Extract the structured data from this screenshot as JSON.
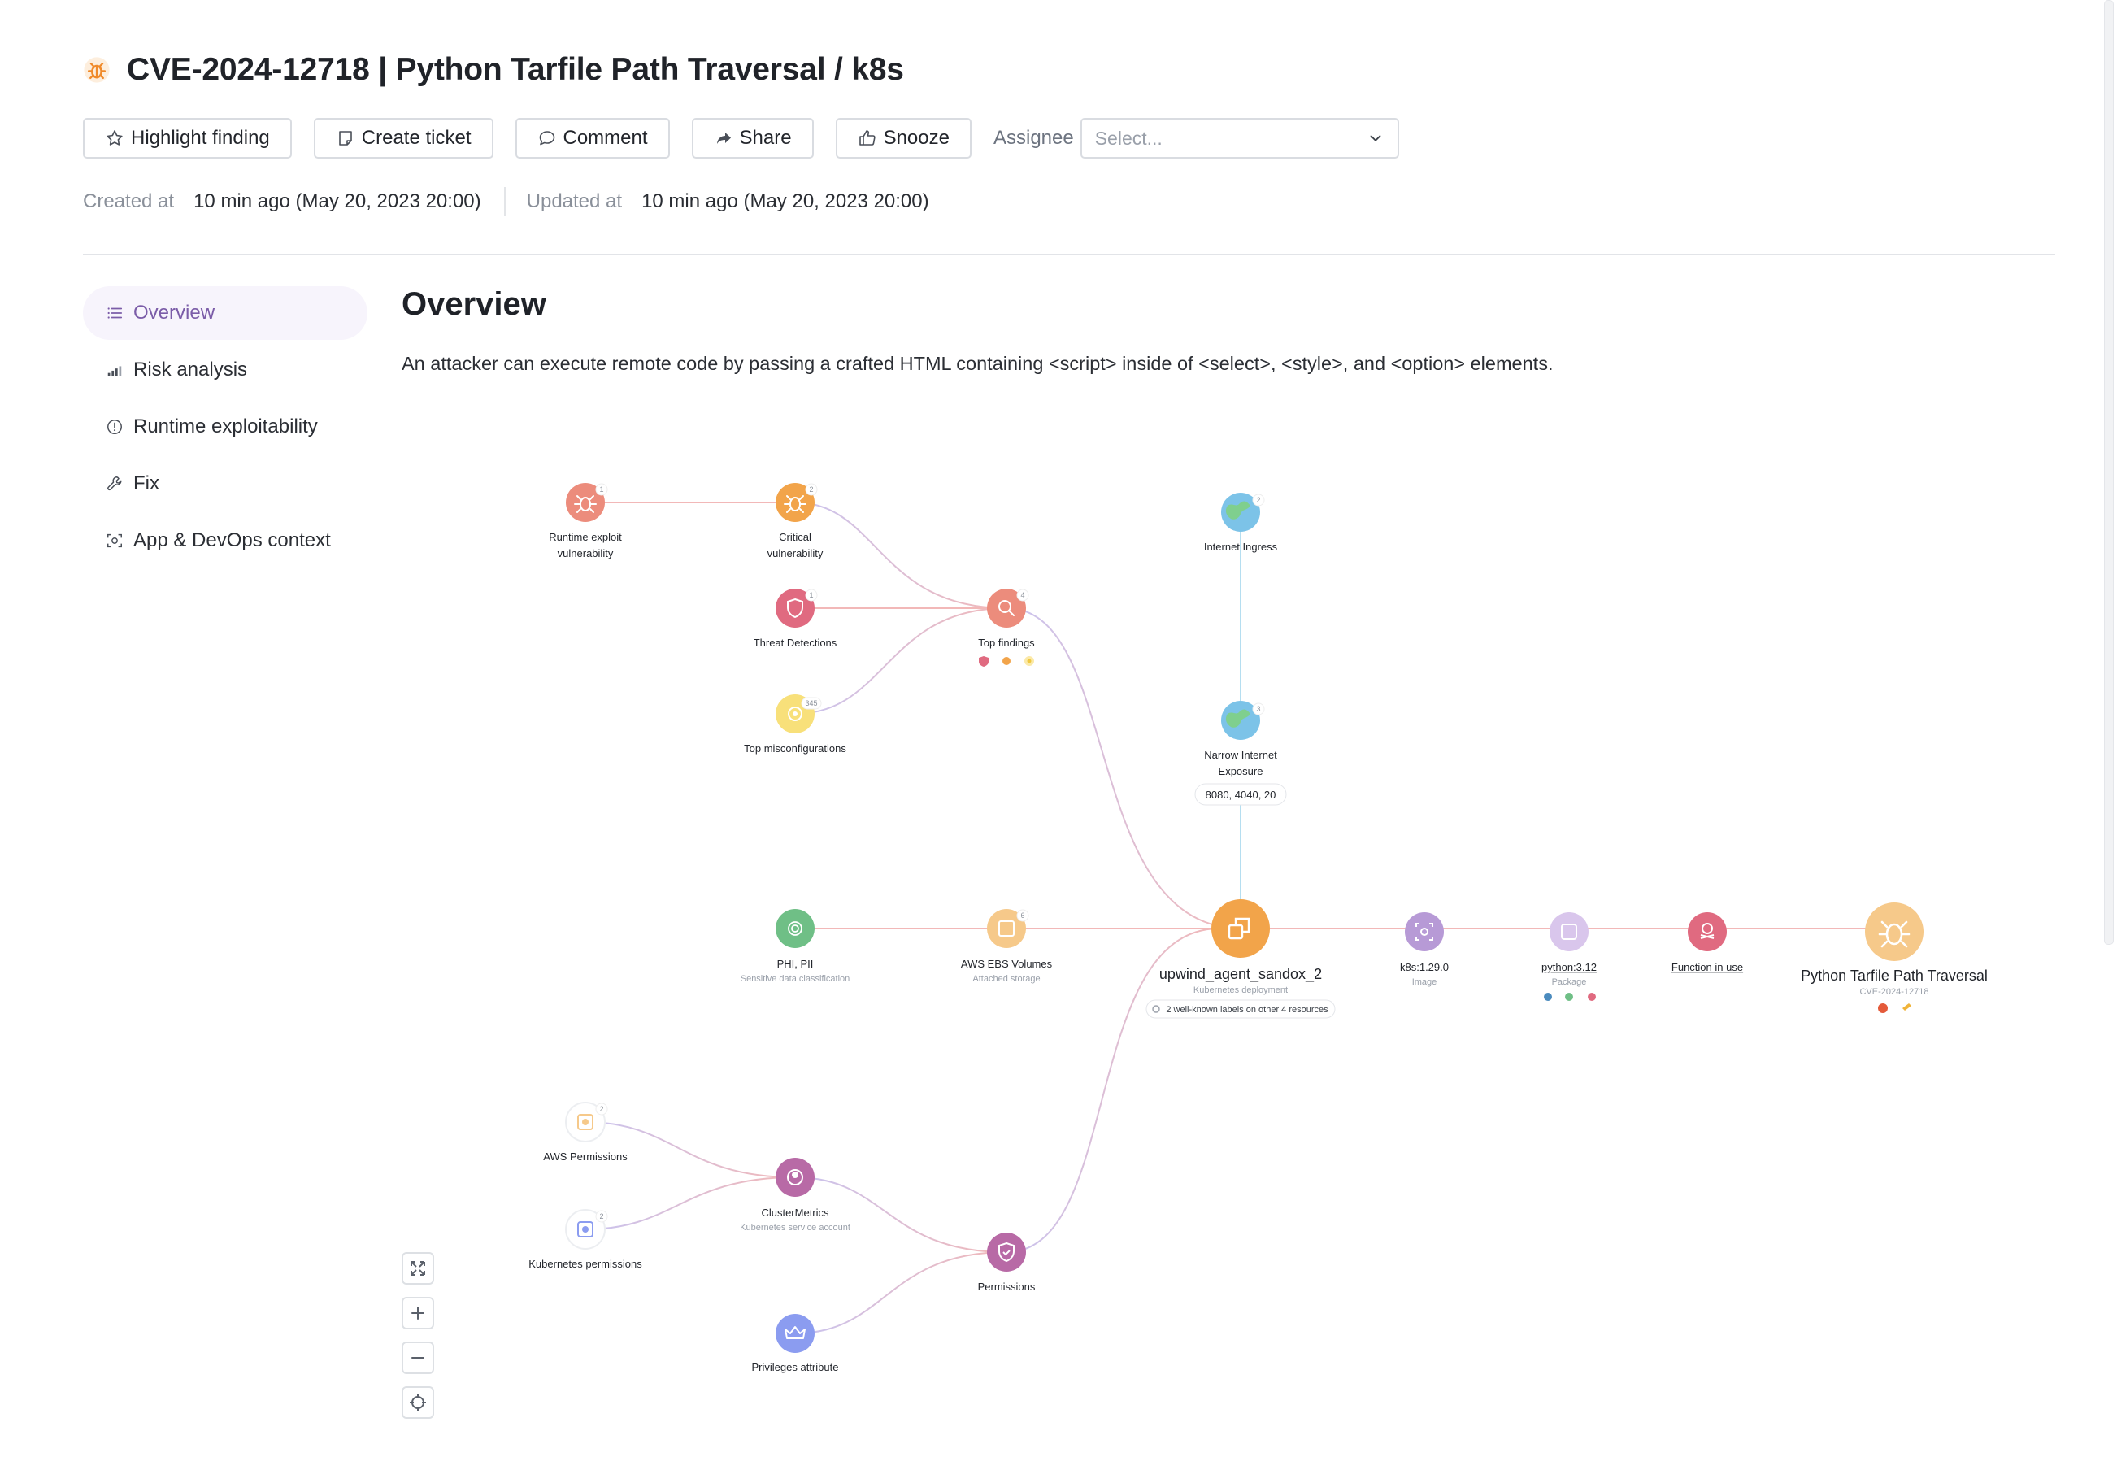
{
  "header": {
    "title": "CVE-2024-12718 | Python Tarfile Path Traversal / k8s"
  },
  "toolbar": {
    "highlight_label": "Highlight finding",
    "ticket_label": "Create ticket",
    "comment_label": "Comment",
    "share_label": "Share",
    "snooze_label": "Snooze",
    "assignee_label": "Assignee",
    "assignee_placeholder": "Select..."
  },
  "meta": {
    "created_label": "Created at",
    "created_value": "10 min ago (May 20, 2023 20:00)",
    "updated_label": "Updated at",
    "updated_value": "10 min ago (May 20, 2023 20:00)"
  },
  "sidebar": {
    "items": [
      {
        "label": "Overview",
        "active": true
      },
      {
        "label": "Risk analysis"
      },
      {
        "label": "Runtime exploitability"
      },
      {
        "label": "Fix"
      },
      {
        "label": "App & DevOps context"
      }
    ]
  },
  "main": {
    "heading": "Overview",
    "description": "An attacker can execute remote code by passing a crafted HTML containing <script> inside of <select>, <style>, and <option> elements."
  },
  "graph": {
    "nodes": {
      "runtime": {
        "label1": "Runtime exploit",
        "label2": "vulnerability",
        "badge": "1"
      },
      "critical": {
        "label1": "Critical",
        "label2": "vulnerability",
        "badge": "2"
      },
      "threat": {
        "label1": "Threat Detections",
        "badge": "1"
      },
      "misconf": {
        "label1": "Top misconfigurations",
        "badge": "345"
      },
      "topfind": {
        "label1": "Top findings",
        "badge": "4"
      },
      "ingress": {
        "label1": "Internet Ingress",
        "badge": "2"
      },
      "narrow": {
        "label1": "Narrow Internet",
        "label2": "Exposure",
        "badge": "3",
        "ports": "8080, 4040, 20"
      },
      "phi": {
        "label1": "PHI, PII",
        "sub": "Sensitive data classification"
      },
      "ebs": {
        "label1": "AWS EBS Volumes",
        "sub": "Attached storage",
        "badge": "6"
      },
      "center": {
        "label1": "upwind_agent_sandox_2",
        "sub": "Kubernetes deployment",
        "tag": "2 well-known labels on other 4 resources"
      },
      "k8s": {
        "label1": "k8s:1.29.0",
        "sub": "Image"
      },
      "python": {
        "label1": "python:3.12",
        "sub": "Package"
      },
      "func": {
        "label1": "Function in use"
      },
      "cve": {
        "label1": "Python Tarfile Path Traversal",
        "sub": "CVE-2024-12718"
      },
      "awsperm": {
        "label1": "AWS Permissions",
        "badge": "2"
      },
      "k8sperm": {
        "label1": "Kubernetes permissions",
        "badge": "2"
      },
      "cluster": {
        "label1": "ClusterMetrics",
        "sub": "Kubernetes service account"
      },
      "perms": {
        "label1": "Permissions"
      },
      "priv": {
        "label1": "Privileges attribute"
      }
    },
    "colors": {
      "edge_red": "#f2b8b8",
      "edge_blue": "#c9c4f0",
      "edge_cyan": "#b5def0",
      "node_salmon": "#ec8c7c",
      "node_orange": "#f2a44a",
      "node_pink": "#e06a80",
      "node_yellow": "#f8e07a",
      "node_green": "#6fbf86",
      "node_peach": "#f6c98a",
      "node_lilac": "#b79ad6",
      "node_mauve": "#b86aa6",
      "node_blue": "#8b9cf0"
    }
  }
}
